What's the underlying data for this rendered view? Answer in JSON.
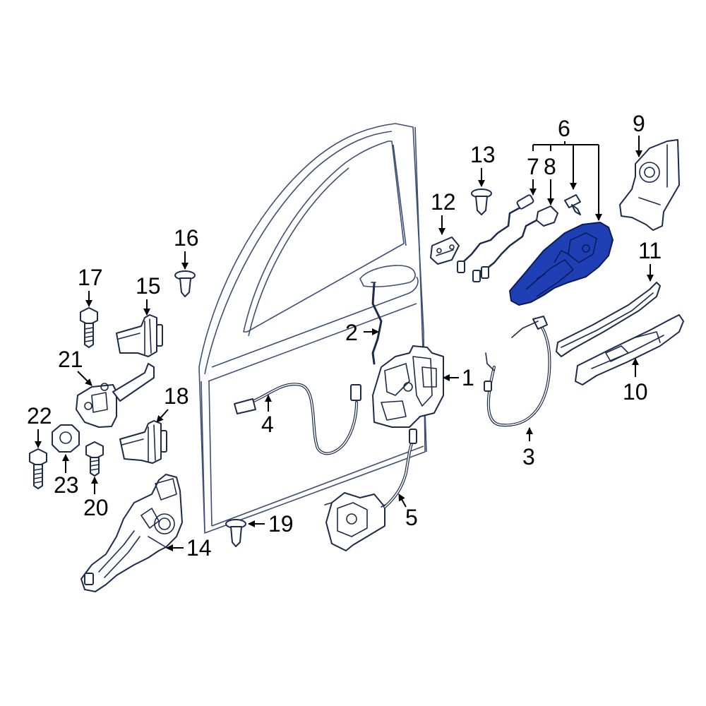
{
  "highlight_color": "#1f3fb5",
  "callouts": [
    {
      "number": "1"
    },
    {
      "number": "2"
    },
    {
      "number": "3"
    },
    {
      "number": "4"
    },
    {
      "number": "5"
    },
    {
      "number": "6"
    },
    {
      "number": "7"
    },
    {
      "number": "8"
    },
    {
      "number": "9"
    },
    {
      "number": "10"
    },
    {
      "number": "11"
    },
    {
      "number": "12"
    },
    {
      "number": "13"
    },
    {
      "number": "14"
    },
    {
      "number": "15"
    },
    {
      "number": "16"
    },
    {
      "number": "17"
    },
    {
      "number": "18"
    },
    {
      "number": "19"
    },
    {
      "number": "20"
    },
    {
      "number": "21"
    },
    {
      "number": "22"
    },
    {
      "number": "23"
    }
  ],
  "highlighted_part": "6"
}
